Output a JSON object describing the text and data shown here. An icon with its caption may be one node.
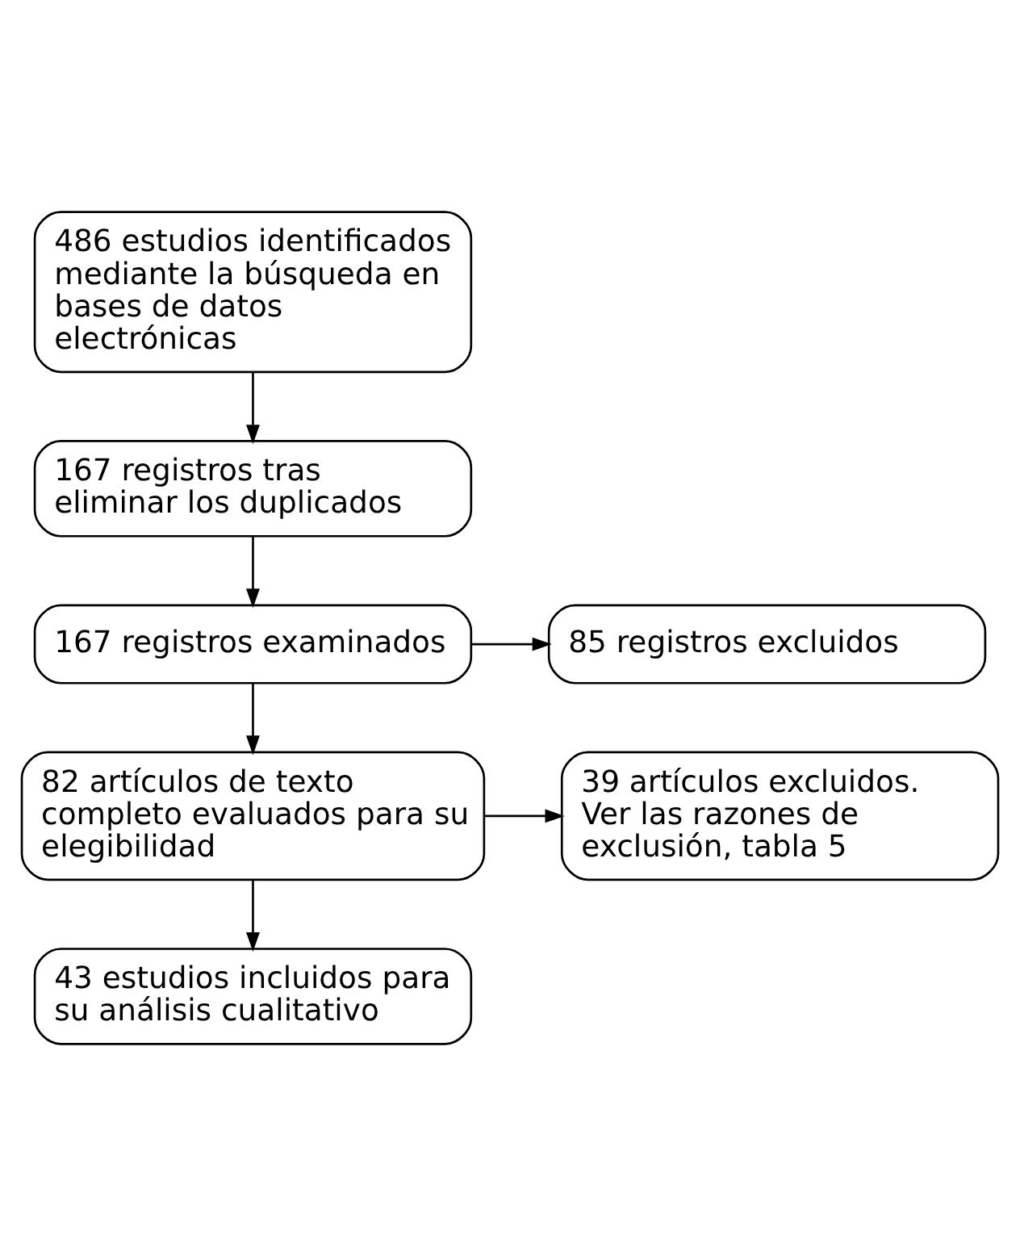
{
  "diagram": {
    "nodes": [
      {
        "text": [
          "486 estudios identificados mediante la búsqueda en bases de datos electrónicas"
        ]
      },
      {
        "text": [
          "167 registros tras eliminar los duplicados"
        ]
      },
      {
        "text": [
          "167 registros examinados"
        ]
      },
      {
        "text": [
          "85 registros excluidos"
        ]
      },
      {
        "text": [
          "82 artículos de texto completo evaluados para su elegibilidad"
        ]
      },
      {
        "text": [
          "39 artículos excluidos. Ver las razones de exclusión, tabla 5"
        ]
      },
      {
        "text": [
          "43 estudios incluidos para su análisis cualitativo"
        ]
      }
    ],
    "edges": [
      {
        "from": 0,
        "to": 1,
        "arrow": "to"
      },
      {
        "from": 1,
        "to": 2,
        "arrow": "to"
      },
      {
        "from": 2,
        "to": 3,
        "arrow": "to"
      },
      {
        "from": 2,
        "to": 4,
        "arrow": "to"
      },
      {
        "from": 4,
        "to": 5,
        "arrow": "to"
      },
      {
        "from": 4,
        "to": 6,
        "arrow": "to"
      }
    ]
  }
}
